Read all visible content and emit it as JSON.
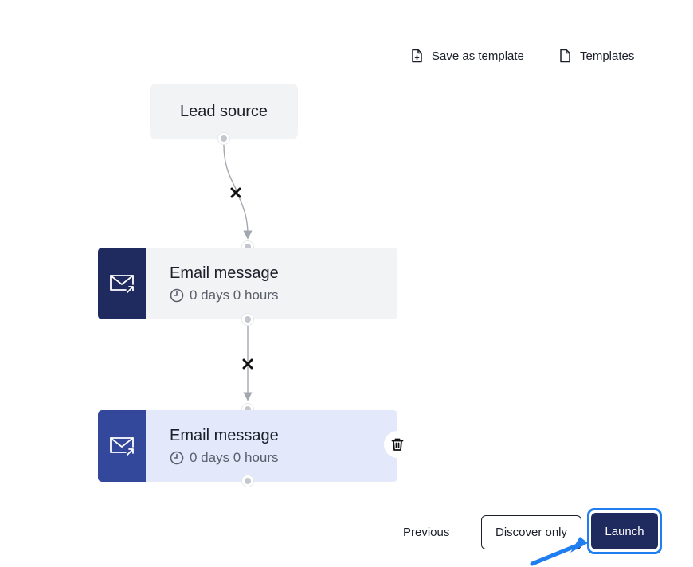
{
  "toolbar": {
    "save_template_label": "Save as template",
    "templates_label": "Templates"
  },
  "flow": {
    "lead_source_label": "Lead source",
    "steps": [
      {
        "title": "Email message",
        "delay": "0 days 0 hours"
      },
      {
        "title": "Email message",
        "delay": "0 days 0 hours"
      }
    ]
  },
  "footer": {
    "previous_label": "Previous",
    "discover_label": "Discover only",
    "launch_label": "Launch"
  },
  "colors": {
    "navy": "#1f2a5e",
    "indigo": "#33489a",
    "highlight": "#1f7ff0",
    "node_gray": "#f2f3f5",
    "node_selected": "#e3e8fb"
  },
  "icons": {
    "save_template": "file-plus-icon",
    "templates": "file-icon",
    "step": "mail-send-icon",
    "delay": "clock-icon",
    "remove": "close-icon",
    "delete": "trash-icon"
  }
}
